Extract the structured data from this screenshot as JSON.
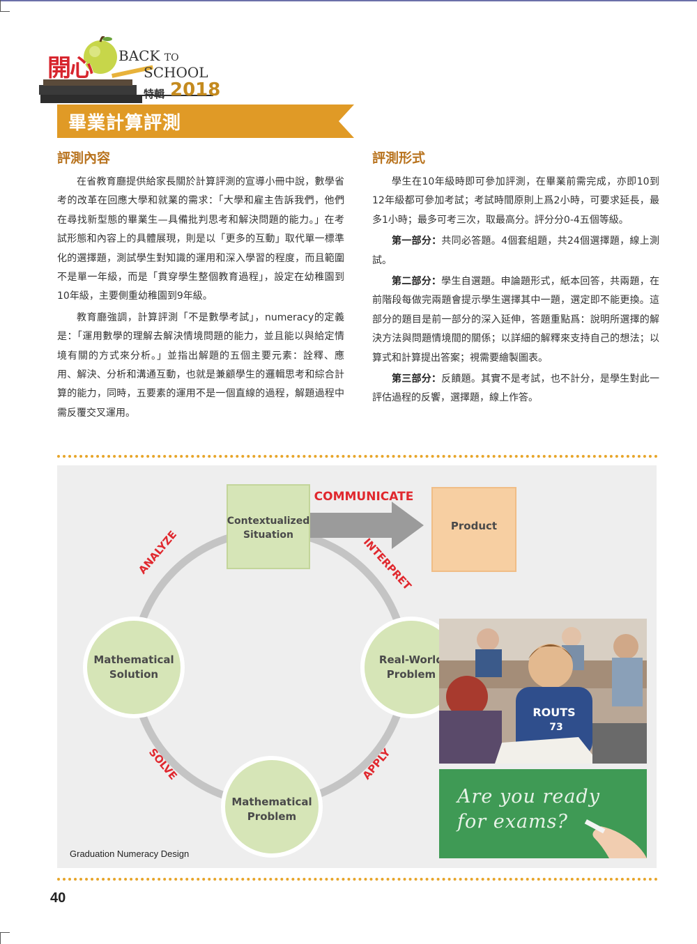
{
  "header": {
    "kaixin": "開心",
    "back": "BACK",
    "to": "TO",
    "school": "SCHOOL",
    "tezhi": "特輯",
    "year": "2018"
  },
  "banner": {
    "title": "畢業計算評測"
  },
  "left": {
    "heading": "評測內容",
    "paragraphs": [
      "在省教育廳提供給家長關於計算評測的宣導小冊中說，數學省考的改革在回應大學和就業的需求：「大學和雇主告訴我們，他們在尋找新型態的畢業生—具備批判思考和解決問題的能力。」在考試形態和內容上的具體展現，則是以「更多的互動」取代單一標準化的選擇題，測試學生對知識的運用和深入學習的程度，而且範圍不是單一年級，而是「貫穿學生整個教育過程」，設定在幼稚園到10年級，主要側重幼稚園到9年級。",
      "教育廳強調，計算評測「不是數學考試」，numeracy的定義是：「運用數學的理解去解決情境問題的能力，並且能以與給定情境有關的方式來分析。」並指出解題的五個主要元素：詮釋、應用、解決、分析和溝通互動，也就是兼顧學生的邏輯思考和綜合計算的能力，同時，五要素的運用不是一個直線的過程，解題過程中需反覆交叉運用。"
    ]
  },
  "right": {
    "heading": "評測形式",
    "intro": "學生在10年級時即可參加評測，在畢業前需完成，亦即10到12年級都可參加考試；考試時間原則上爲2小時，可要求延長，最多1小時；最多可考三次，取最高分。評分分0-4五個等級。",
    "parts": [
      {
        "label": "第一部分：",
        "text": "共同必答題。4個套組題，共24個選擇題，線上測試。"
      },
      {
        "label": "第二部分：",
        "text": "學生自選題。申論題形式，紙本回答，共兩題，在前階段每做完兩題會提示學生選擇其中一題，選定即不能更換。這部分的題目是前一部分的深入延伸，答題重點爲：說明所選擇的解決方法與問題情境間的關係；以詳細的解釋來支持自己的想法；以算式和計算提出答案；視需要繪製圖表。"
      },
      {
        "label": "第三部分：",
        "text": "反饋題。其實不是考試，也不計分，是學生對此一評估過程的反饗，選擇題，線上作答。"
      }
    ]
  },
  "diagram": {
    "nodes": {
      "context_line1": "Contextualized",
      "context_line2": "Situation",
      "product": "Product",
      "realworld_line1": "Real-World",
      "realworld_line2": "Problem",
      "mathproblem_line1": "Mathematical",
      "mathproblem_line2": "Problem",
      "mathsolution_line1": "Mathematical",
      "mathsolution_line2": "Solution"
    },
    "labels": {
      "communicate": "COMMUNICATE",
      "interpret": "INTERPRET",
      "apply": "APPLY",
      "solve": "SOLVE",
      "analyze": "ANALYZE"
    },
    "caption": "Graduation Numeracy Design"
  },
  "photo": {
    "shirt_line1": "ROUTS",
    "shirt_line2": "73",
    "board_line1": "Are you ready",
    "board_line2": "for exams?"
  },
  "page_number": "40",
  "colors": {
    "orange": "#e09a26",
    "heading": "#b8731e",
    "red_label": "#e0282e",
    "green_node": "#d6e5b7",
    "peach_node": "#f7cfa2",
    "chalkboard": "#3f9a55"
  }
}
